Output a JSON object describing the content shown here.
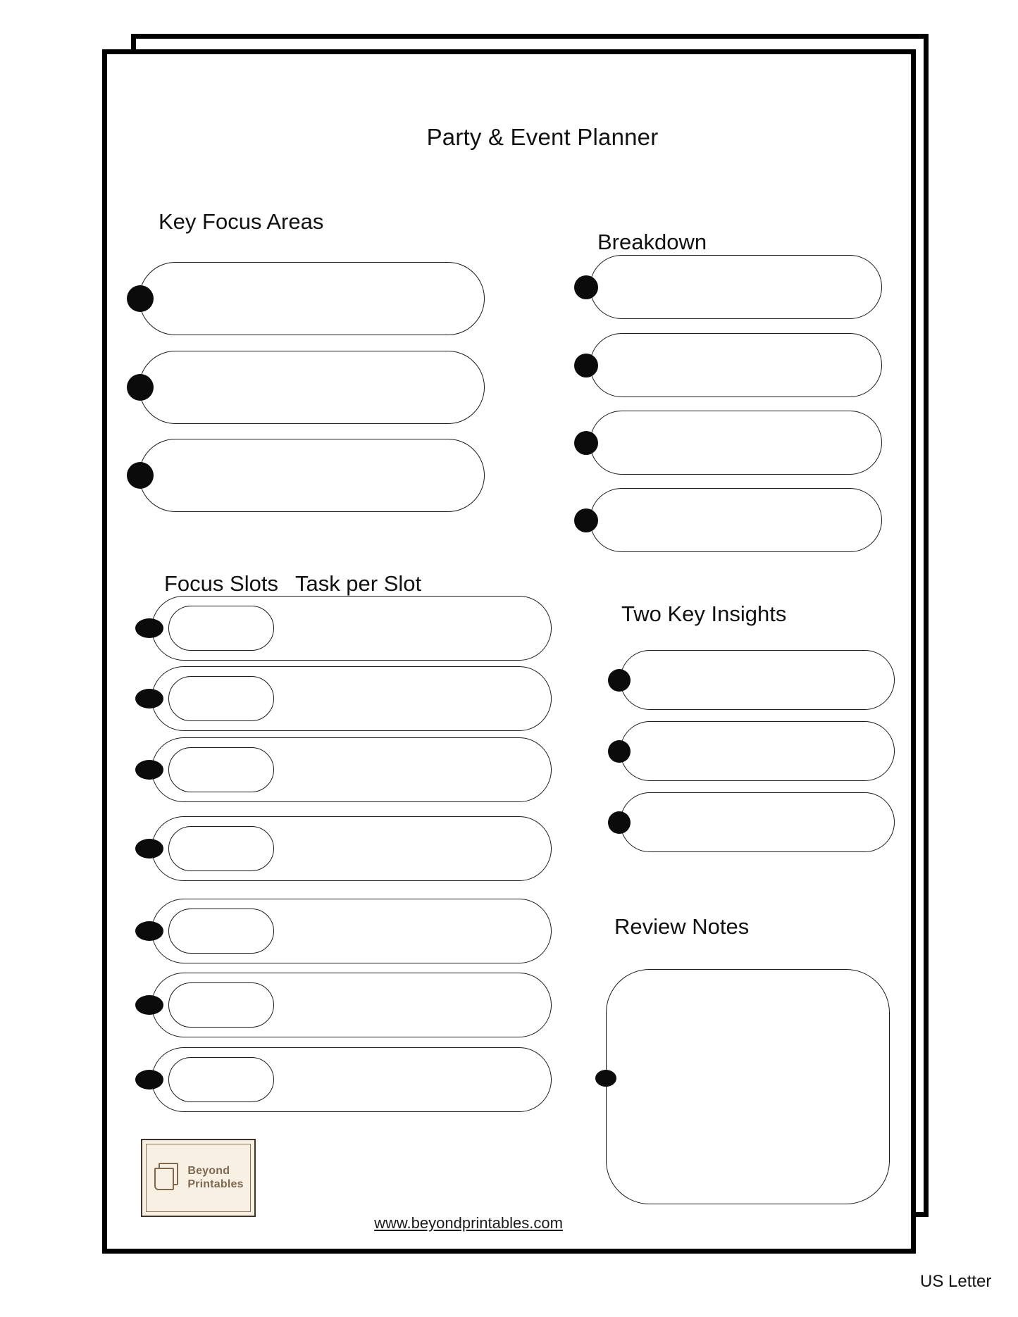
{
  "page": {
    "title": "Party & Event Planner",
    "footer_url": "www.beyondprintables.com",
    "paper_size_label": "US Letter"
  },
  "sections": {
    "key_focus_areas": {
      "heading": "Key Focus Areas",
      "slot_count": 3
    },
    "breakdown": {
      "heading": "Breakdown",
      "slot_count": 4
    },
    "focus_slots": {
      "heading_left": "Focus Slots",
      "heading_right": "Task per Slot",
      "row_count": 7
    },
    "two_key_insights": {
      "heading": "Two Key Insights",
      "slot_count": 3
    },
    "review_notes": {
      "heading": "Review Notes",
      "slot_count": 1
    }
  },
  "logo": {
    "brand_line1": "Beyond",
    "brand_line2": "Printables"
  },
  "colors": {
    "ink": "#111111",
    "pill_border": "#1a1a1a",
    "page_border": "#000000",
    "logo_bg": "#f9f0e4",
    "logo_border_outer": "#3f3429",
    "logo_border_inner": "#8a7258",
    "logo_text": "#7d6952"
  }
}
